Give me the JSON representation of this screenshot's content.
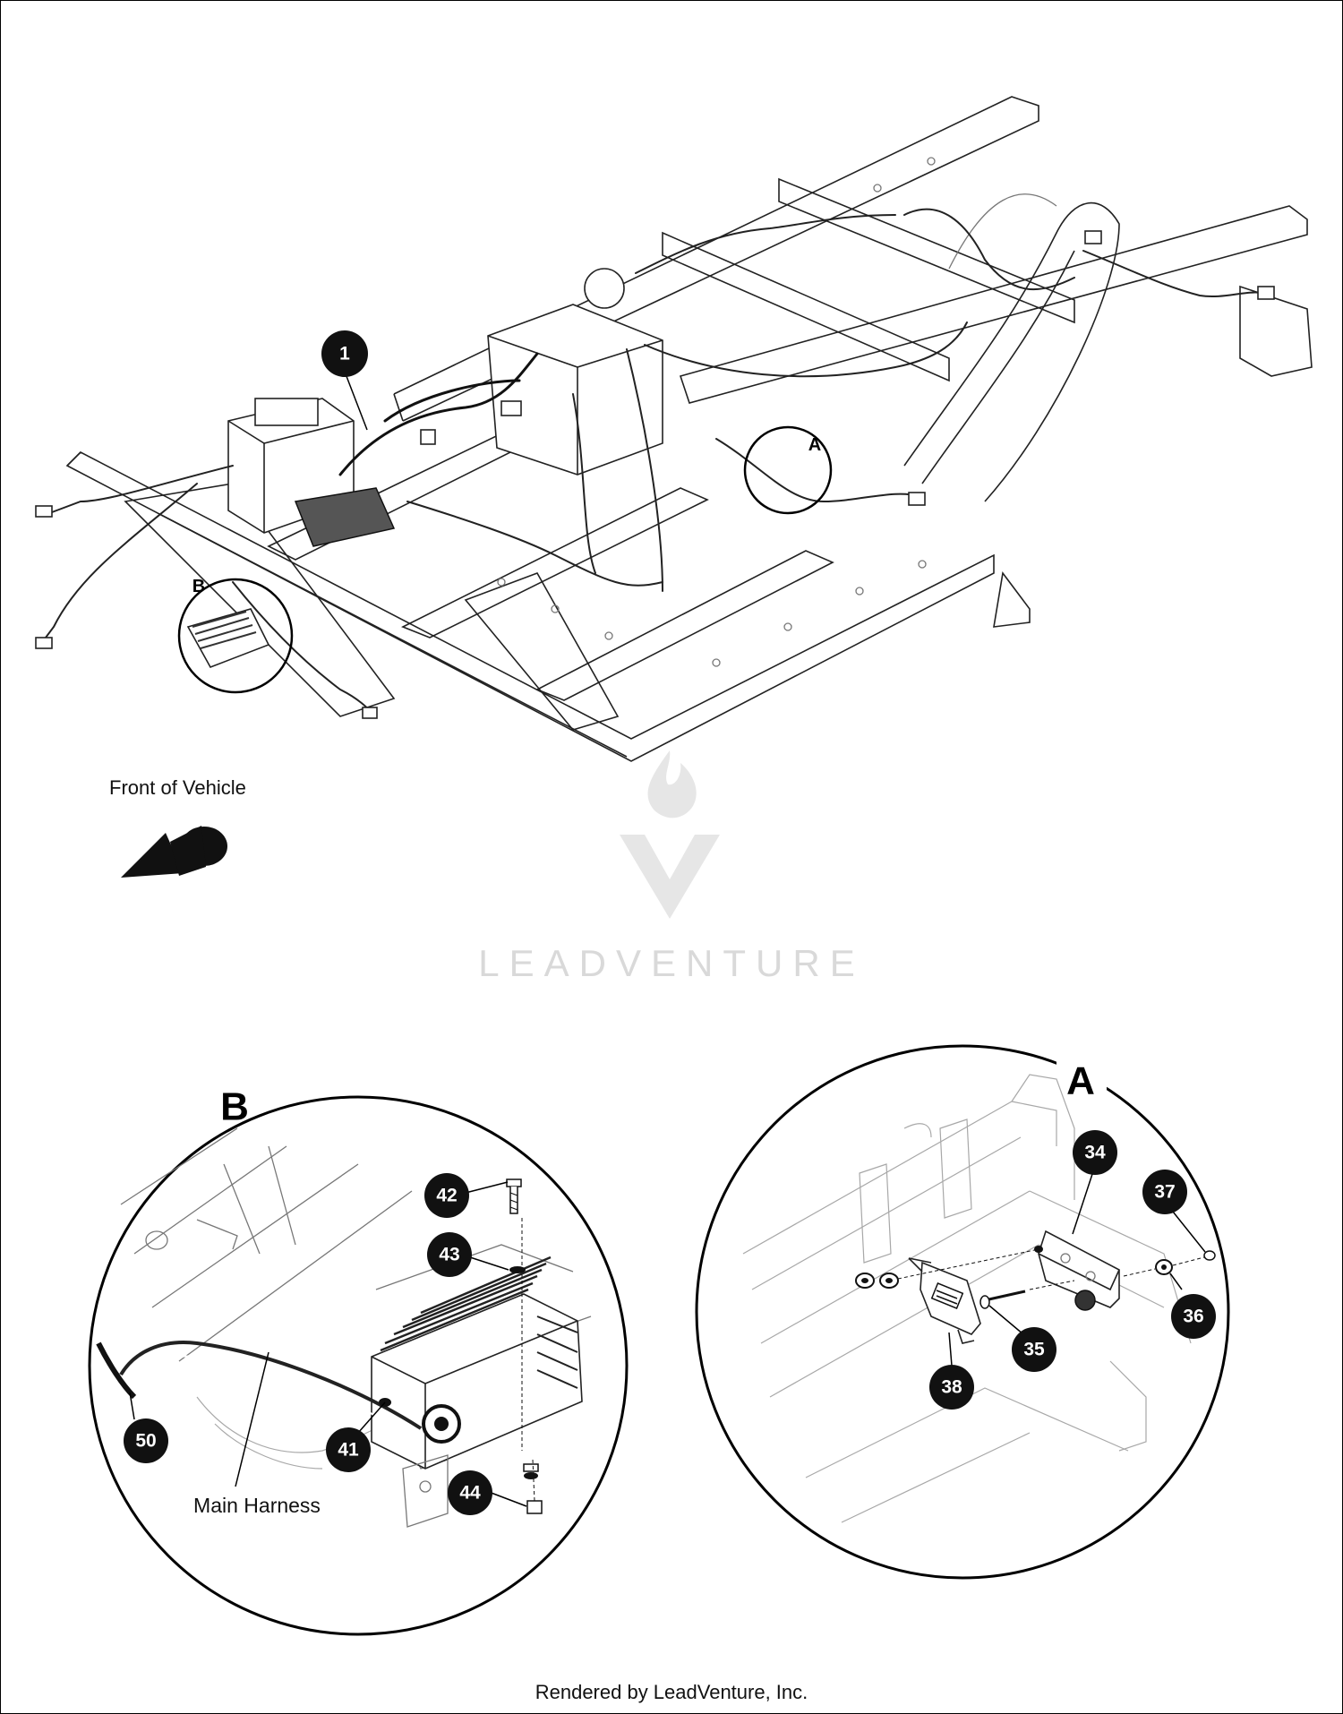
{
  "diagram": {
    "front_label": "Front of Vehicle",
    "detail_refs": {
      "a": "A",
      "b": "B"
    },
    "main_callout": "1",
    "detail_b": {
      "letter": "B",
      "callouts": [
        "42",
        "43",
        "41",
        "44",
        "50"
      ],
      "harness_label": "Main Harness"
    },
    "detail_a": {
      "letter": "A",
      "callouts": [
        "34",
        "37",
        "36",
        "35",
        "38"
      ]
    },
    "watermark": "LEADVENTURE",
    "footer": "Rendered by LeadVenture, Inc."
  }
}
